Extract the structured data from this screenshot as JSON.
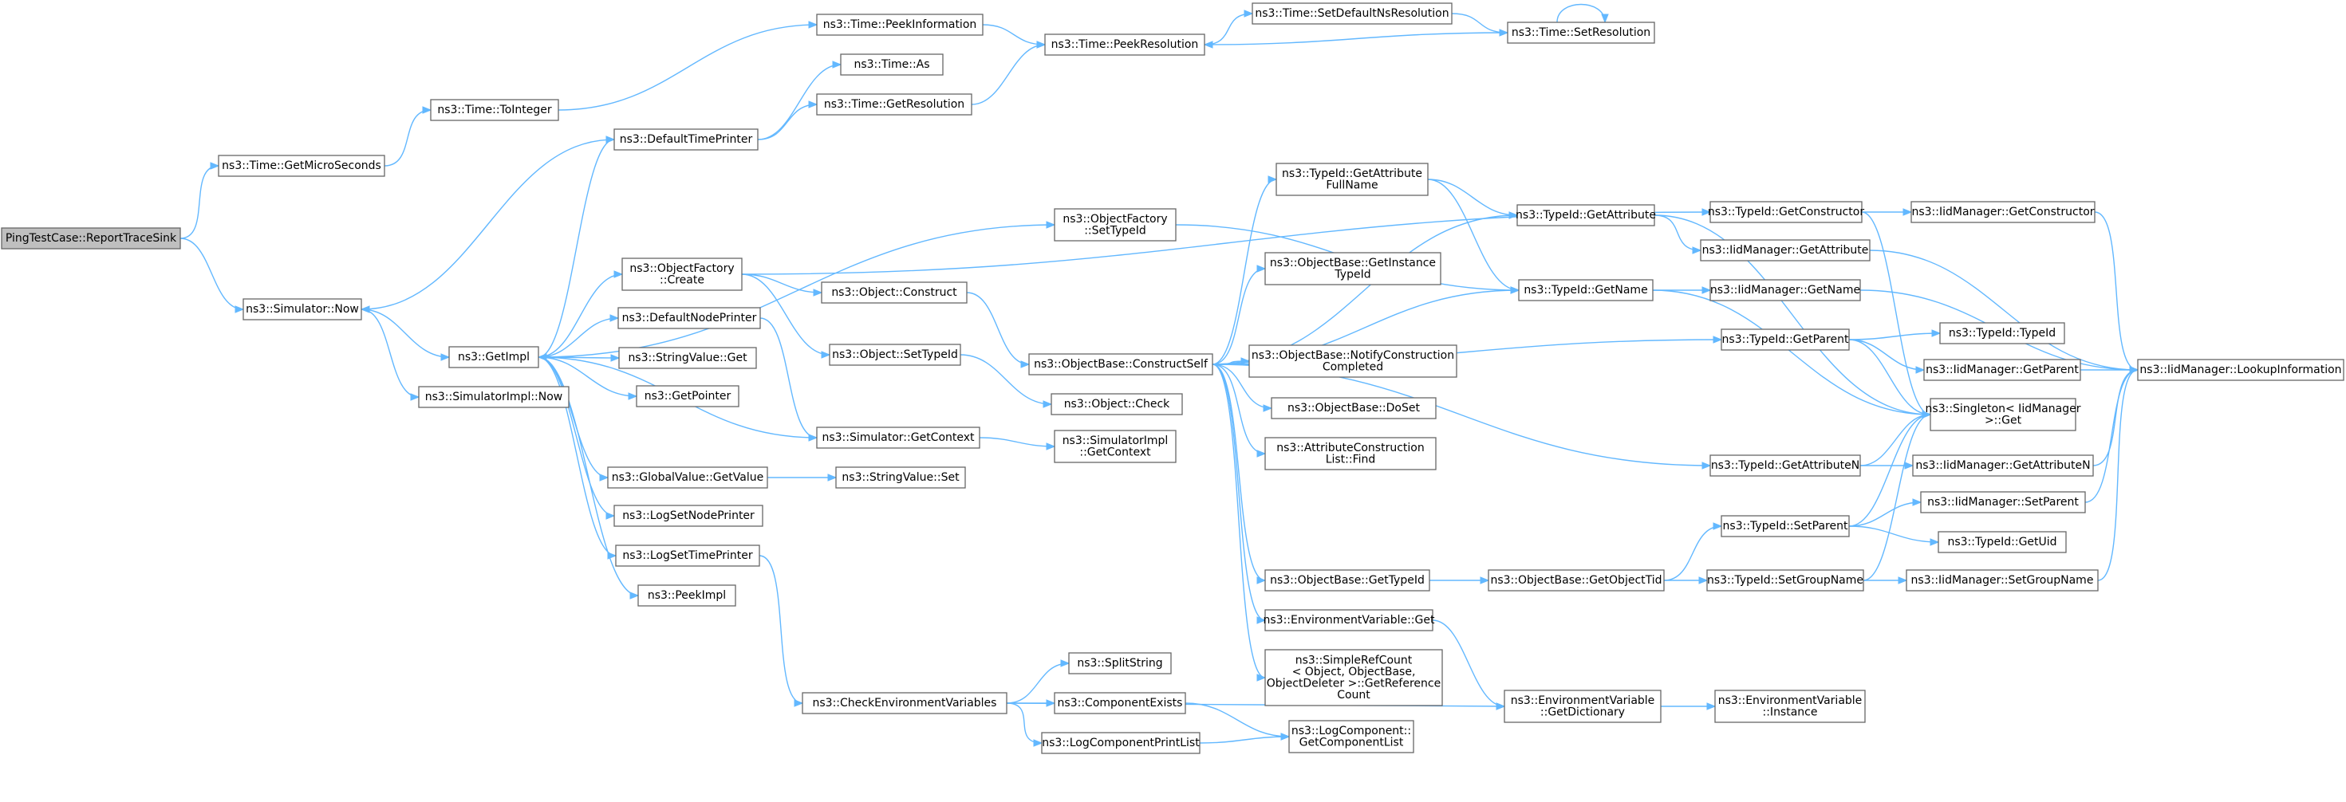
{
  "diagram": {
    "root": "PingTestCase::ReportTraceSink",
    "nodes": [
      {
        "id": "root",
        "lines": [
          "PingTestCase::ReportTraceSink"
        ],
        "root": true
      },
      {
        "id": "getMicro",
        "lines": [
          "ns3::Time::GetMicroSeconds"
        ]
      },
      {
        "id": "toInteger",
        "lines": [
          "ns3::Time::ToInteger"
        ]
      },
      {
        "id": "peekInfo",
        "lines": [
          "ns3::Time::PeekInformation"
        ]
      },
      {
        "id": "timeAs",
        "lines": [
          "ns3::Time::As"
        ]
      },
      {
        "id": "getRes",
        "lines": [
          "ns3::Time::GetResolution"
        ]
      },
      {
        "id": "peekRes",
        "lines": [
          "ns3::Time::PeekResolution"
        ]
      },
      {
        "id": "setDefNs",
        "lines": [
          "ns3::Time::SetDefaultNsResolution"
        ]
      },
      {
        "id": "setRes",
        "lines": [
          "ns3::Time::SetResolution"
        ]
      },
      {
        "id": "defTimePrinter",
        "lines": [
          "ns3::DefaultTimePrinter"
        ]
      },
      {
        "id": "simNow",
        "lines": [
          "ns3::Simulator::Now"
        ]
      },
      {
        "id": "getImpl",
        "lines": [
          "ns3::GetImpl"
        ]
      },
      {
        "id": "simImplNow",
        "lines": [
          "ns3::SimulatorImpl::Now"
        ]
      },
      {
        "id": "objFactCreate",
        "lines": [
          "ns3::ObjectFactory",
          "::Create"
        ]
      },
      {
        "id": "defNodePrinter",
        "lines": [
          "ns3::DefaultNodePrinter"
        ]
      },
      {
        "id": "strValGet",
        "lines": [
          "ns3::StringValue::Get"
        ]
      },
      {
        "id": "getPointer",
        "lines": [
          "ns3::GetPointer"
        ]
      },
      {
        "id": "gvGetValue",
        "lines": [
          "ns3::GlobalValue::GetValue"
        ]
      },
      {
        "id": "logSetNode",
        "lines": [
          "ns3::LogSetNodePrinter"
        ]
      },
      {
        "id": "logSetTime",
        "lines": [
          "ns3::LogSetTimePrinter"
        ]
      },
      {
        "id": "peekImpl",
        "lines": [
          "ns3::PeekImpl"
        ]
      },
      {
        "id": "objConstruct",
        "lines": [
          "ns3::Object::Construct"
        ]
      },
      {
        "id": "objSetTypeId",
        "lines": [
          "ns3::Object::SetTypeId"
        ]
      },
      {
        "id": "simGetContext",
        "lines": [
          "ns3::Simulator::GetContext"
        ]
      },
      {
        "id": "strValSet",
        "lines": [
          "ns3::StringValue::Set"
        ]
      },
      {
        "id": "checkEnv",
        "lines": [
          "ns3::CheckEnvironmentVariables"
        ]
      },
      {
        "id": "objFactSetTid",
        "lines": [
          "ns3::ObjectFactory",
          "::SetTypeId"
        ]
      },
      {
        "id": "constructSelf",
        "lines": [
          "ns3::ObjectBase::ConstructSelf"
        ]
      },
      {
        "id": "objCheck",
        "lines": [
          "ns3::Object::Check"
        ]
      },
      {
        "id": "simImplGetCtx",
        "lines": [
          "ns3::SimulatorImpl",
          "::GetContext"
        ]
      },
      {
        "id": "splitString",
        "lines": [
          "ns3::SplitString"
        ]
      },
      {
        "id": "compExists",
        "lines": [
          "ns3::ComponentExists"
        ]
      },
      {
        "id": "logCompPrint",
        "lines": [
          "ns3::LogComponentPrintList"
        ]
      },
      {
        "id": "tidGetAttrFull",
        "lines": [
          "ns3::TypeId::GetAttribute",
          "FullName"
        ]
      },
      {
        "id": "obGetInstTid",
        "lines": [
          "ns3::ObjectBase::GetInstance",
          "TypeId"
        ]
      },
      {
        "id": "obNotify",
        "lines": [
          "ns3::ObjectBase::NotifyConstruction",
          "Completed"
        ]
      },
      {
        "id": "obDoSet",
        "lines": [
          "ns3::ObjectBase::DoSet"
        ]
      },
      {
        "id": "acFind",
        "lines": [
          "ns3::AttributeConstruction",
          "List::Find"
        ]
      },
      {
        "id": "obGetTypeId",
        "lines": [
          "ns3::ObjectBase::GetTypeId"
        ]
      },
      {
        "id": "envGet",
        "lines": [
          "ns3::EnvironmentVariable::Get"
        ]
      },
      {
        "id": "srcGetRef",
        "lines": [
          "ns3::SimpleRefCount",
          "< Object, ObjectBase,",
          "ObjectDeleter >::GetReference",
          "Count"
        ]
      },
      {
        "id": "logCompGetList",
        "lines": [
          "ns3::LogComponent::",
          "GetComponentList"
        ]
      },
      {
        "id": "tidGetAttr",
        "lines": [
          "ns3::TypeId::GetAttribute"
        ]
      },
      {
        "id": "tidGetName",
        "lines": [
          "ns3::TypeId::GetName"
        ]
      },
      {
        "id": "obGetObjTid",
        "lines": [
          "ns3::ObjectBase::GetObjectTid"
        ]
      },
      {
        "id": "envGetDict",
        "lines": [
          "ns3::EnvironmentVariable",
          "::GetDictionary"
        ]
      },
      {
        "id": "tidGetCtor",
        "lines": [
          "ns3::TypeId::GetConstructor"
        ]
      },
      {
        "id": "iidGetAttr",
        "lines": [
          "ns3::IidManager::GetAttribute"
        ]
      },
      {
        "id": "iidGetName",
        "lines": [
          "ns3::IidManager::GetName"
        ]
      },
      {
        "id": "tidGetParent",
        "lines": [
          "ns3::TypeId::GetParent"
        ]
      },
      {
        "id": "tidGetAttrN",
        "lines": [
          "ns3::TypeId::GetAttributeN"
        ]
      },
      {
        "id": "tidSetParent",
        "lines": [
          "ns3::TypeId::SetParent"
        ]
      },
      {
        "id": "tidSetGroup",
        "lines": [
          "ns3::TypeId::SetGroupName"
        ]
      },
      {
        "id": "envInstance",
        "lines": [
          "ns3::EnvironmentVariable",
          "::Instance"
        ]
      },
      {
        "id": "iidGetCtor",
        "lines": [
          "ns3::IidManager::GetConstructor"
        ]
      },
      {
        "id": "tidTypeId",
        "lines": [
          "ns3::TypeId::TypeId"
        ]
      },
      {
        "id": "iidGetParent",
        "lines": [
          "ns3::IidManager::GetParent"
        ]
      },
      {
        "id": "singletonGet",
        "lines": [
          "ns3::Singleton< IidManager",
          " >::Get"
        ]
      },
      {
        "id": "iidGetAttrN",
        "lines": [
          "ns3::IidManager::GetAttributeN"
        ]
      },
      {
        "id": "iidSetParent",
        "lines": [
          "ns3::IidManager::SetParent"
        ]
      },
      {
        "id": "tidGetUid",
        "lines": [
          "ns3::TypeId::GetUid"
        ]
      },
      {
        "id": "iidSetGroup",
        "lines": [
          "ns3::IidManager::SetGroupName"
        ]
      },
      {
        "id": "iidLookup",
        "lines": [
          "ns3::IidManager::LookupInformation"
        ]
      }
    ],
    "edges": [
      [
        "root",
        "getMicro"
      ],
      [
        "root",
        "simNow"
      ],
      [
        "getMicro",
        "toInteger"
      ],
      [
        "toInteger",
        "peekInfo"
      ],
      [
        "peekInfo",
        "peekRes"
      ],
      [
        "getRes",
        "peekRes"
      ],
      [
        "peekRes",
        "setDefNs"
      ],
      [
        "setDefNs",
        "setRes"
      ],
      [
        "setRes",
        "peekRes"
      ],
      [
        "setRes",
        "setRes"
      ],
      [
        "defTimePrinter",
        "timeAs"
      ],
      [
        "defTimePrinter",
        "getRes"
      ],
      [
        "defTimePrinter",
        "simNow"
      ],
      [
        "simNow",
        "getImpl"
      ],
      [
        "simNow",
        "simImplNow"
      ],
      [
        "getImpl",
        "defTimePrinter"
      ],
      [
        "getImpl",
        "objFactCreate"
      ],
      [
        "getImpl",
        "defNodePrinter"
      ],
      [
        "getImpl",
        "strValGet"
      ],
      [
        "getImpl",
        "getPointer"
      ],
      [
        "getImpl",
        "gvGetValue"
      ],
      [
        "getImpl",
        "logSetNode"
      ],
      [
        "getImpl",
        "logSetTime"
      ],
      [
        "getImpl",
        "peekImpl"
      ],
      [
        "getImpl",
        "objFactSetTid"
      ],
      [
        "objFactCreate",
        "objConstruct"
      ],
      [
        "objFactCreate",
        "objSetTypeId"
      ],
      [
        "objFactCreate",
        "tidGetCtor"
      ],
      [
        "defNodePrinter",
        "simGetContext"
      ],
      [
        "simGetContext",
        "getImpl"
      ],
      [
        "simGetContext",
        "simImplGetCtx"
      ],
      [
        "gvGetValue",
        "strValSet"
      ],
      [
        "logSetTime",
        "checkEnv"
      ],
      [
        "objConstruct",
        "constructSelf"
      ],
      [
        "objSetTypeId",
        "objCheck"
      ],
      [
        "objFactSetTid",
        "tidGetName"
      ],
      [
        "checkEnv",
        "splitString"
      ],
      [
        "checkEnv",
        "compExists"
      ],
      [
        "checkEnv",
        "logCompPrint"
      ],
      [
        "checkEnv",
        "envGetDict"
      ],
      [
        "compExists",
        "logCompGetList"
      ],
      [
        "logCompPrint",
        "logCompGetList"
      ],
      [
        "constructSelf",
        "tidGetAttrFull"
      ],
      [
        "constructSelf",
        "tidGetAttr"
      ],
      [
        "constructSelf",
        "obGetInstTid"
      ],
      [
        "constructSelf",
        "tidGetName"
      ],
      [
        "constructSelf",
        "obNotify"
      ],
      [
        "constructSelf",
        "obDoSet"
      ],
      [
        "constructSelf",
        "acFind"
      ],
      [
        "constructSelf",
        "obGetTypeId"
      ],
      [
        "constructSelf",
        "envGet"
      ],
      [
        "constructSelf",
        "srcGetRef"
      ],
      [
        "constructSelf",
        "tidGetParent"
      ],
      [
        "constructSelf",
        "tidGetAttrN"
      ],
      [
        "tidGetAttrFull",
        "tidGetAttr"
      ],
      [
        "tidGetAttrFull",
        "tidGetName"
      ],
      [
        "obGetTypeId",
        "obGetObjTid"
      ],
      [
        "obGetObjTid",
        "tidSetParent"
      ],
      [
        "obGetObjTid",
        "tidSetGroup"
      ],
      [
        "envGet",
        "envGetDict"
      ],
      [
        "envGetDict",
        "envInstance"
      ],
      [
        "tidGetAttr",
        "iidGetAttr"
      ],
      [
        "tidGetAttr",
        "singletonGet"
      ],
      [
        "tidGetName",
        "iidGetName"
      ],
      [
        "tidGetName",
        "singletonGet"
      ],
      [
        "tidGetCtor",
        "iidGetCtor"
      ],
      [
        "tidGetCtor",
        "singletonGet"
      ],
      [
        "tidGetParent",
        "tidTypeId"
      ],
      [
        "tidGetParent",
        "iidGetParent"
      ],
      [
        "tidGetParent",
        "singletonGet"
      ],
      [
        "tidGetAttrN",
        "iidGetAttrN"
      ],
      [
        "tidGetAttrN",
        "singletonGet"
      ],
      [
        "tidSetParent",
        "iidSetParent"
      ],
      [
        "tidSetParent",
        "tidGetUid"
      ],
      [
        "tidSetParent",
        "singletonGet"
      ],
      [
        "tidSetGroup",
        "iidSetGroup"
      ],
      [
        "tidSetGroup",
        "singletonGet"
      ],
      [
        "iidGetAttr",
        "iidLookup"
      ],
      [
        "iidGetName",
        "iidLookup"
      ],
      [
        "iidGetCtor",
        "iidLookup"
      ],
      [
        "iidGetParent",
        "iidLookup"
      ],
      [
        "iidGetAttrN",
        "iidLookup"
      ],
      [
        "iidSetParent",
        "iidLookup"
      ],
      [
        "iidSetGroup",
        "iidLookup"
      ]
    ]
  },
  "colors": {
    "edge": "#63b8ff",
    "node_border": "#666666",
    "root_fill": "#bfbfbf",
    "node_fill": "#ffffff"
  }
}
